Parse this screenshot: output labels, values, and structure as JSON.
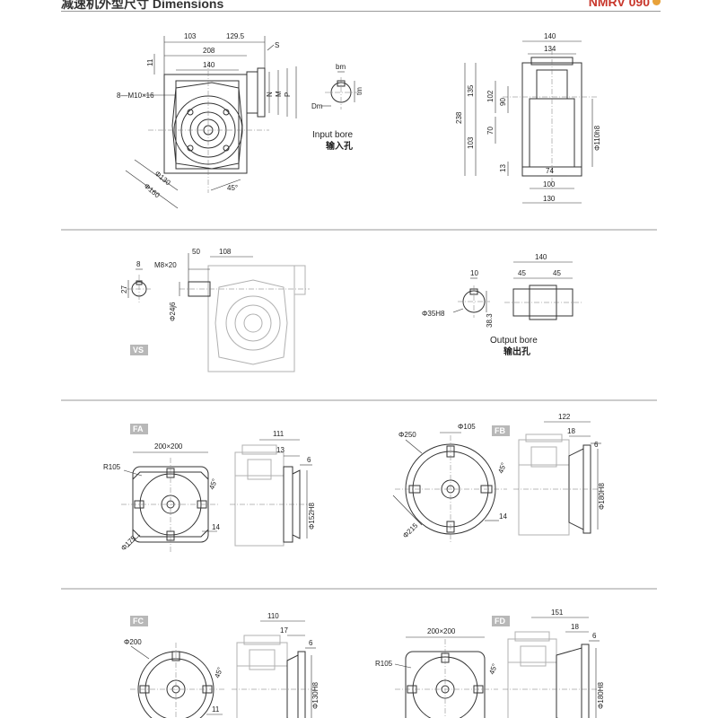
{
  "header": {
    "title": "减速机外型尺寸 Dimensions",
    "model": "NMRV 090"
  },
  "section1": {
    "front": {
      "d_103": "103",
      "d_129_5": "129.5",
      "d_208": "208",
      "d_140": "140",
      "d_11": "11",
      "bolt": "8—M10×16",
      "d_130": "Φ130",
      "d_160": "Φ160",
      "angle": "45°",
      "S": "S",
      "N": "N",
      "M": "M",
      "P": "P"
    },
    "bore": {
      "bm": "bm",
      "tm": "tm",
      "Dm": "Dm",
      "label_en": "Input bore",
      "label_cn": "输入孔"
    },
    "side": {
      "d_140": "140",
      "d_134": "134",
      "d_238": "238",
      "d_135": "135",
      "d_103": "103",
      "d_102": "102",
      "d_90": "90",
      "d_70": "70",
      "d_13": "13",
      "d_74": "74",
      "d_100": "100",
      "d_130": "130",
      "d_110": "Φ110h8"
    }
  },
  "section2": {
    "tag": "VS",
    "vs": {
      "d_8": "8",
      "d_27": "27",
      "thread": "M8×20",
      "d_50": "50",
      "d_108": "108",
      "d_24": "Φ24j6"
    },
    "out": {
      "d_10": "10",
      "d_35": "Φ35H8",
      "d_38_3": "38.3",
      "d_140": "140",
      "d_45a": "45",
      "d_45b": "45",
      "label_en": "Output bore",
      "label_cn": "输出孔"
    }
  },
  "section3": {
    "FA": {
      "tag": "FA",
      "sq": "200×200",
      "r": "R105",
      "d": "Φ175",
      "angle": "45°",
      "t14": "14",
      "d_111": "111",
      "d_13": "13",
      "d_6": "6",
      "d_152": "Φ152H8"
    },
    "FB": {
      "tag": "FB",
      "d_250": "Φ250",
      "d_105": "Φ105",
      "d_215": "Φ215",
      "angle": "45°",
      "t14": "14",
      "d_122": "122",
      "d_18": "18",
      "d_6": "6",
      "d_180": "Φ180H8"
    }
  },
  "section4": {
    "FC": {
      "tag": "FC",
      "d_200": "Φ200",
      "angle": "45°",
      "t11": "11",
      "d_110": "110",
      "d_17": "17",
      "d_6": "6",
      "d_130": "Φ130H8"
    },
    "FD": {
      "tag": "FD",
      "sq": "200×200",
      "r": "R105",
      "angle": "45°",
      "d_151": "151",
      "d_18": "18",
      "d_6": "6",
      "d_180": "Φ180H8"
    }
  }
}
